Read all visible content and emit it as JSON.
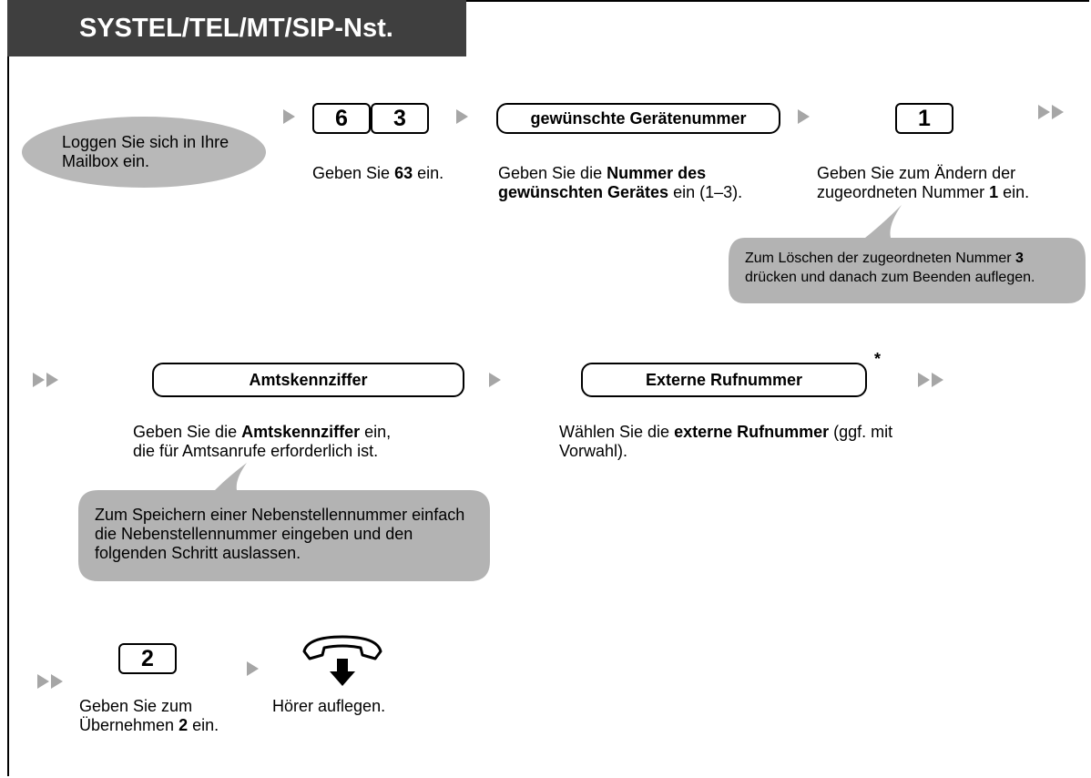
{
  "header": {
    "title": "SYSTEL/TEL/MT/SIP-Nst."
  },
  "steps": {
    "login": "Loggen Sie sich in Ihre Mailbox ein.",
    "keys_63": [
      "6",
      "3"
    ],
    "desc_63": {
      "a": "Geben Sie ",
      "b": "63",
      "c": " ein."
    },
    "device_label": "gewünschte Gerätenummer",
    "device_desc": {
      "a": "Geben Sie die ",
      "b": "Nummer des gewünschten Gerätes",
      "c": " ein (1–3)."
    },
    "key_1": "1",
    "key_1_desc": {
      "a": "Geben Sie zum Ändern der zugeordneten Nummer ",
      "b": "1",
      "c": " ein."
    },
    "note_delete": {
      "a": "Zum Löschen der zugeordneten Nummer ",
      "b": "3",
      "c": " drücken und danach zum Beenden auflegen."
    },
    "trunk_label": "Amtskennziffer",
    "trunk_desc": {
      "a": "Geben Sie die ",
      "b": "Amtskennziffer",
      "c": " ein, die für Amtsanrufe erforderlich ist."
    },
    "note_ext": "Zum Speichern einer Nebenstellennummer einfach die Nebenstellennummer eingeben und den folgenden Schritt auslassen.",
    "external_label": "Externe Rufnummer",
    "external_asterisk": "*",
    "external_desc": {
      "a": "Wählen Sie die ",
      "b": "externe Rufnummer",
      "c": " (ggf. mit Vorwahl)."
    },
    "key_2": "2",
    "key_2_desc": {
      "a": "Geben Sie zum Übernehmen ",
      "b": "2",
      "c": " ein."
    },
    "hangup_desc": "Hörer auflegen."
  },
  "colors": {
    "header_bg": "#3f3f3f",
    "bubble": "#b3b3b3",
    "arrow": "#a6a6a6"
  }
}
